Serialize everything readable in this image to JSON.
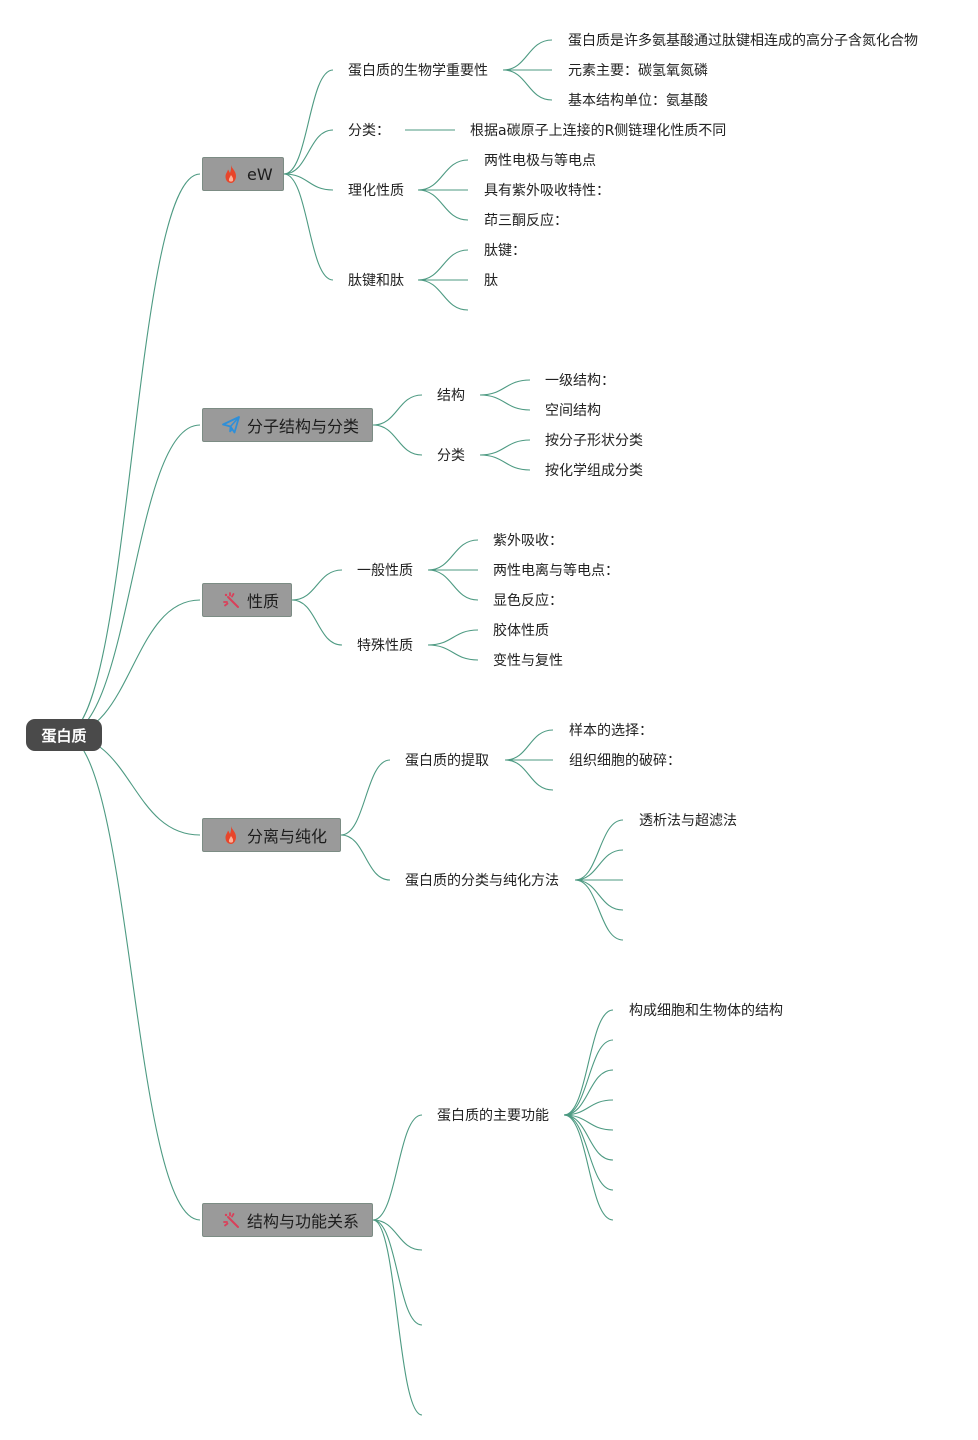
{
  "root": {
    "label": "蛋白质"
  },
  "colors": {
    "edge": "#4d9a82",
    "root_bg": "#4a4a4a",
    "branch_bg": "#9a9a9a",
    "fire": "#e8452a",
    "plane": "#2f8fd8",
    "spark": "#d9405a"
  },
  "branches": [
    {
      "label": "eW",
      "icon": "fire-icon",
      "children": [
        {
          "label": "蛋白质的生物学重要性",
          "children": [
            "蛋白质是许多氨基酸通过肽键相连成的高分子含氮化合物",
            "元素主要：碳氢氧氮磷",
            "基本结构单位：氨基酸"
          ]
        },
        {
          "label": "分类：",
          "children": [
            "根据a碳原子上连接的R侧链理化性质不同"
          ]
        },
        {
          "label": "理化性质",
          "children": [
            "两性电极与等电点",
            "具有紫外吸收特性：",
            "茚三酮反应："
          ]
        },
        {
          "label": "肽键和肽",
          "children": [
            "肽键：",
            "肽",
            ""
          ]
        }
      ]
    },
    {
      "label": "分子结构与分类",
      "icon": "paper-plane-icon",
      "children": [
        {
          "label": "结构",
          "children": [
            "一级结构：",
            "空间结构"
          ]
        },
        {
          "label": "分类",
          "children": [
            "按分子形状分类",
            "按化学组成分类"
          ]
        }
      ]
    },
    {
      "label": "性质",
      "icon": "sparkle-icon",
      "children": [
        {
          "label": "一般性质",
          "children": [
            "紫外吸收：",
            "两性电离与等电点：",
            "显色反应："
          ]
        },
        {
          "label": "特殊性质",
          "children": [
            "胶体性质",
            "变性与复性"
          ]
        }
      ]
    },
    {
      "label": "分离与纯化",
      "icon": "fire-icon",
      "children": [
        {
          "label": "蛋白质的提取",
          "children": [
            "样本的选择：",
            "组织细胞的破碎：",
            ""
          ]
        },
        {
          "label": "蛋白质的分类与纯化方法",
          "children": [
            "透析法与超滤法",
            "",
            "",
            "",
            ""
          ]
        }
      ]
    },
    {
      "label": "结构与功能关系",
      "icon": "sparkle-icon",
      "children": [
        {
          "label": "蛋白质的主要功能",
          "children": [
            "构成细胞和生物体的结构",
            "",
            "",
            "",
            "",
            "",
            "",
            ""
          ]
        },
        {
          "label": "",
          "children": []
        },
        {
          "label": "",
          "children": []
        },
        {
          "label": "",
          "children": []
        }
      ]
    }
  ]
}
